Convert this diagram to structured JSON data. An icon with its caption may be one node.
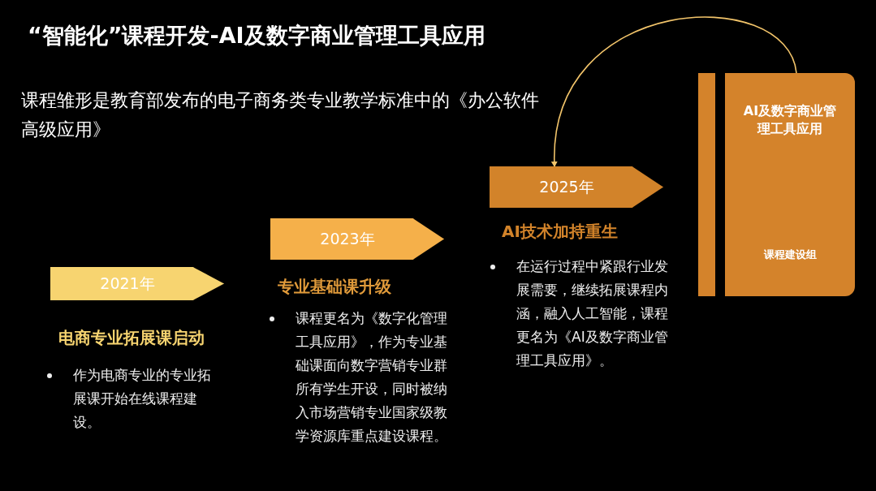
{
  "diagram": {
    "title": "“智能化”课程开发-AI及数字商业管理工具应用",
    "nodes": [
      {
        "text": [
          "2021年"
        ],
        "beside": [
          "电商专业拓展课启动",
          "作为电商专业的专业拓展课开始在线课程建设。"
        ]
      },
      {
        "text": [
          "2023年"
        ],
        "beside": [
          "专业基础课升级",
          "课程更名为《数字化管理工具应用》，作为专业基础课面向数字营销专业群所有学生开设，同时被纳入市场营销专业国家级教学资源库重点建设课程。"
        ]
      },
      {
        "text": [
          "2025年"
        ],
        "beside": [
          "AI技术加持重生",
          "在运行过程中紧跟行业发展需要，继续拓展课程内涵，融入人工智能，课程更名为《AI及数字商业管理工具应用》。"
        ]
      },
      {
        "text": [],
        "shape": "bar"
      },
      {
        "text": [
          "AI及数字商业管理工具应用",
          "课程建设组"
        ]
      }
    ],
    "edges": [
      {
        "from": 4,
        "to": 2,
        "arrow": "to"
      }
    ],
    "labels": [
      "课程雏形是教育部发布的电子商务类专业教学标准中的《办公软件高级应用》"
    ]
  }
}
